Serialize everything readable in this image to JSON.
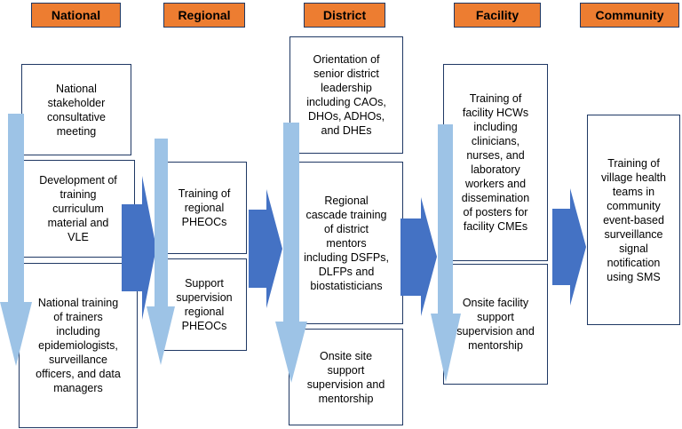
{
  "headers": {
    "national": "National",
    "regional": "Regional",
    "district": "District",
    "facility": "Facility",
    "community": "Community"
  },
  "national": {
    "box1": "National\nstakeholder\nconsultative\nmeeting",
    "box2": "Development of\ntraining\ncurriculum\nmaterial and\nVLE",
    "box3": "National training\nof trainers\nincluding\nepidemiologists,\nsurveillance\nofficers, and data\nmanagers"
  },
  "regional": {
    "box1": "Training of\nregional\nPHEOCs",
    "box2": "Support\nsupervision\nregional\nPHEOCs"
  },
  "district": {
    "box1": "Orientation of\nsenior district\nleadership\nincluding CAOs,\nDHOs, ADHOs,\nand DHEs",
    "box2": "Regional\ncascade training\nof district\nmentors\nincluding DSFPs,\nDLFPs and\nbiostatisticians",
    "box3": "Onsite site\nsupport\nsupervision and\nmentorship"
  },
  "facility": {
    "box1": "Training of\nfacility HCWs\nincluding\nclinicians,\nnurses, and\nlaboratory\nworkers and\ndissemination\nof posters for\nfacility CMEs",
    "box2": "Onsite facility\nsupport\nsupervision and\nmentorship"
  },
  "community": {
    "box1": "Training of\nvillage health\nteams in\ncommunity\nevent-based\nsurveillance\nsignal\nnotification\nusing SMS"
  },
  "colors": {
    "header_fill": "#ED7D31",
    "box_border": "#1F3864",
    "down_arrow": "#9DC3E6",
    "right_arrow": "#4472C4"
  }
}
